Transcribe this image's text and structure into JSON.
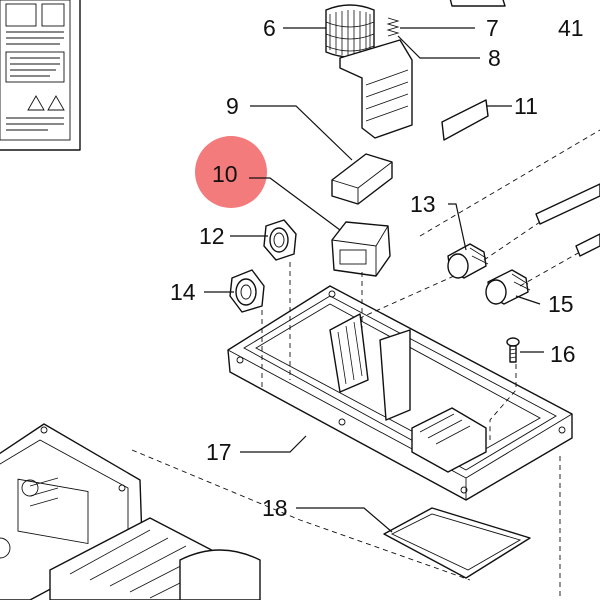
{
  "colors": {
    "highlight": "#f47b7b",
    "ink": "#111111",
    "background": "#ffffff"
  },
  "labels": {
    "p6": "6",
    "p7": "7",
    "p8": "8",
    "p41": "41",
    "p9": "9",
    "p11": "11",
    "p10": "10",
    "p13": "13",
    "p12": "12",
    "p14": "14",
    "p15": "15",
    "p16": "16",
    "p17": "17",
    "p18": "18"
  },
  "highlighted_part": "10"
}
